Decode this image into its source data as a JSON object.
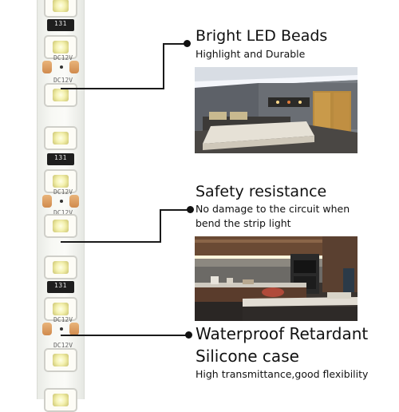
{
  "strip": {
    "resistor_code": "131",
    "voltage_label": "DC12V"
  },
  "features": [
    {
      "title": "Bright LED Beads",
      "subtitle_lines": [
        "Highlight and Durable"
      ],
      "photo": "bedroom-led-lighting-photo"
    },
    {
      "title": "Safety resistance",
      "subtitle_lines": [
        "No damage to the circuit when",
        "bend the strip light"
      ],
      "photo": "kitchen-led-lighting-photo"
    },
    {
      "title_lines": [
        "Waterproof Retardant",
        "Silicone case"
      ],
      "subtitle_lines": [
        "High transmittance,good flexibility"
      ]
    }
  ],
  "colors": {
    "line": "#1a1a1a",
    "led_glow": "#f4f1b0",
    "copper_pad": "#d08a4d"
  }
}
